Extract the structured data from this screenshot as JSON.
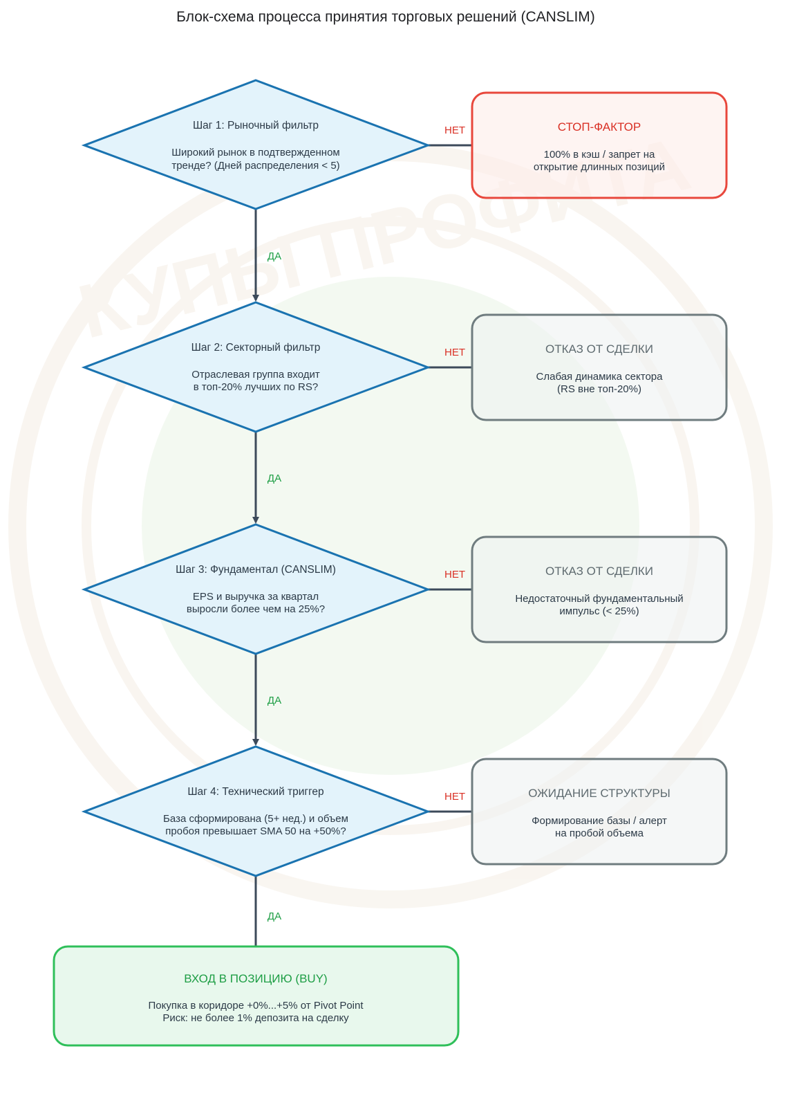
{
  "title": "Блок-схема процесса принятия торговых решений (CANSLIM)",
  "watermark": "КУПЫ ПРОФИТА",
  "labels": {
    "no": "НЕТ",
    "yes": "ДА"
  },
  "colors": {
    "decision_fill": "#e3f3fb",
    "decision_stroke": "#1a73b0",
    "arrow": "#3c4a5a",
    "stop_stroke": "#e8473c",
    "stop_fill": "#fdecea",
    "stop_title": "#d93025",
    "reject_stroke": "#6f7c7f",
    "reject_fill": "#eef1f1",
    "reject_title": "#5f6b70",
    "buy_stroke": "#2fbf5a",
    "buy_fill": "#e4f7ea",
    "buy_title": "#1e9e45",
    "no_label": "#d93025",
    "yes_label": "#1e9e45"
  },
  "steps": [
    {
      "title": "Шаг 1: Рыночный фильтр",
      "lines": [
        "Широкий рынок в подтвержденном",
        "тренде? (Дней распределения < 5)"
      ]
    },
    {
      "title": "Шаг 2: Секторный фильтр",
      "lines": [
        "Отраслевая группа входит",
        "в топ-20% лучших по RS?"
      ]
    },
    {
      "title": "Шаг 3: Фундаментал (CANSLIM)",
      "lines": [
        "EPS и выручка за квартал",
        "выросли более чем на 25%?"
      ]
    },
    {
      "title": "Шаг 4: Технический триггер",
      "lines": [
        "База сформирована (5+ нед.) и объем",
        "пробоя превышает SMA 50 на +50%?"
      ]
    }
  ],
  "outcomes": [
    {
      "kind": "stop",
      "title": "СТОП-ФАКТОР",
      "lines": [
        "100% в кэш / запрет на",
        "открытие длинных позиций"
      ]
    },
    {
      "kind": "reject",
      "title": "ОТКАЗ ОТ СДЕЛКИ",
      "lines": [
        "Слабая динамика сектора",
        "(RS вне топ-20%)"
      ]
    },
    {
      "kind": "reject",
      "title": "ОТКАЗ ОТ СДЕЛКИ",
      "lines": [
        "Недостаточный фундаментальный",
        "импульс (< 25%)"
      ]
    },
    {
      "kind": "reject",
      "title": "ОЖИДАНИЕ СТРУКТУРЫ",
      "lines": [
        "Формирование базы / алерт",
        "на пробой объема"
      ]
    }
  ],
  "final": {
    "title": "ВХОД В ПОЗИЦИЮ (BUY)",
    "lines": [
      "Покупка в коридоре +0%...+5% от Pivot Point",
      "Риск: не более 1% депозита на сделку"
    ]
  }
}
